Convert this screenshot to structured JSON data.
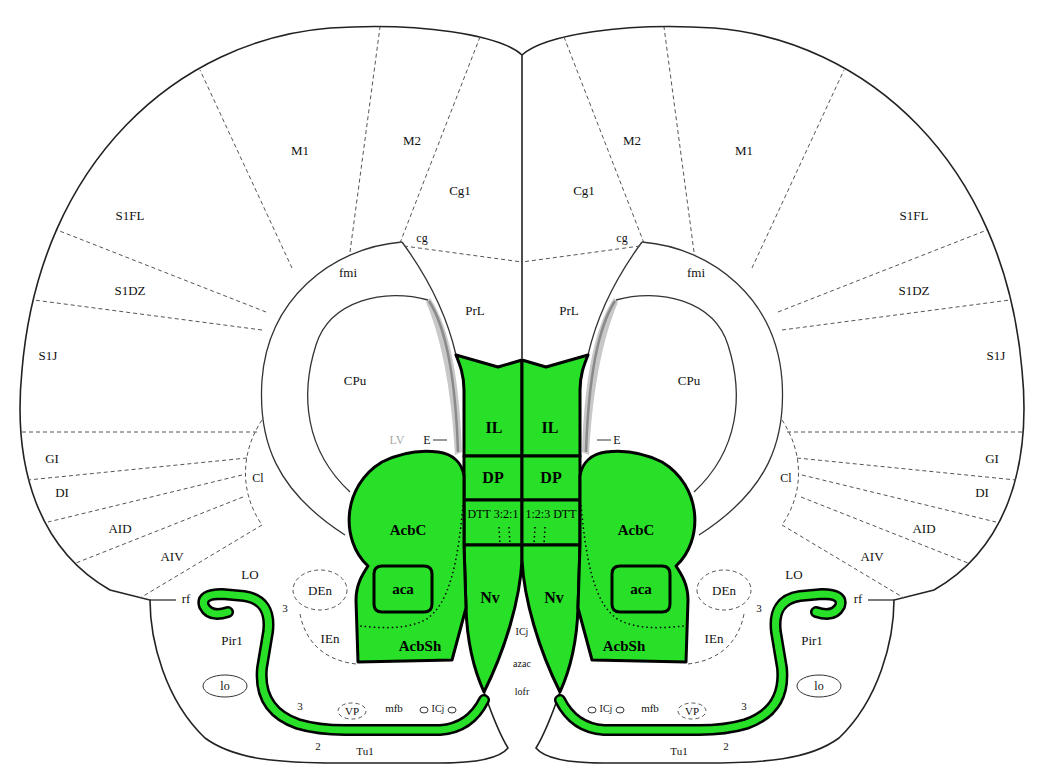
{
  "diagram": {
    "nodes": [
      {
        "text": [
          "IL"
        ]
      },
      {
        "text": [
          "DP"
        ]
      },
      {
        "text": [
          "DTT 3:2:1"
        ]
      },
      {
        "text": [
          "Nv"
        ]
      },
      {
        "text": [
          "AcbC",
          "AcbSh"
        ]
      },
      {
        "text": [
          "aca"
        ],
        "in": 4
      },
      {
        "text": [
          "IL"
        ]
      },
      {
        "text": [
          "DP"
        ]
      },
      {
        "text": [
          "1:2:3 DTT"
        ]
      },
      {
        "text": [
          "Nv"
        ]
      },
      {
        "text": [
          "AcbC",
          "AcbSh"
        ]
      },
      {
        "text": [
          "aca"
        ],
        "in": 10
      }
    ],
    "labels": [
      "M1",
      "M2",
      "M2",
      "M1",
      "Cg1",
      "Cg1",
      "S1FL",
      "S1FL",
      "cg",
      "cg",
      "fmi",
      "fmi",
      "S1DZ",
      "S1DZ",
      "PrL",
      "PrL",
      "S1J",
      "S1J",
      "CPu",
      "CPu",
      "LV",
      "E",
      "E",
      "GI",
      "GI",
      "Cl",
      "Cl",
      "DI",
      "DI",
      "AID",
      "AID",
      "AIV",
      "AIV",
      "LO",
      "LO",
      "DEn",
      "DEn",
      "rf",
      "3",
      "3",
      "rf",
      "ICj",
      "Pir1",
      "IEn",
      "IEn",
      "Pir1",
      "azac",
      "lo",
      "lo",
      "lofr",
      "3",
      "VP",
      "mfb",
      "ICj",
      "ICj",
      "mfb",
      "VP",
      "3",
      "2",
      "2",
      "Tu1",
      "Tu1"
    ]
  }
}
